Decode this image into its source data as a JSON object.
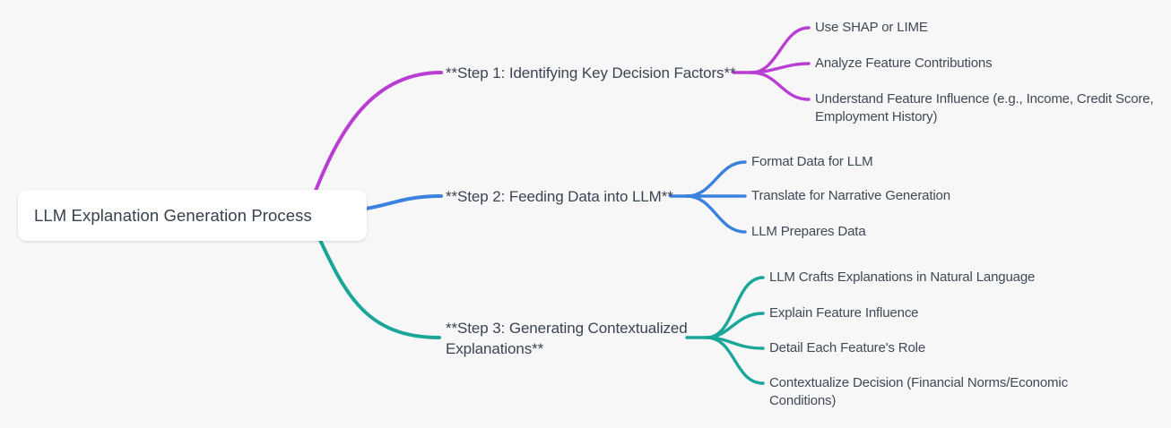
{
  "canvas": {
    "background_color": "#f7f7f8",
    "text_color": "#3a4452"
  },
  "root": {
    "label": "LLM Explanation Generation Process"
  },
  "branches": [
    {
      "label": "**Step 1: Identifying Key Decision Factors**",
      "color": "#b93cd3",
      "children": [
        "Use SHAP or LIME",
        "Analyze Feature Contributions",
        "Understand Feature Influence (e.g., Income, Credit Score, Employment History)"
      ]
    },
    {
      "label": "**Step 2: Feeding Data into LLM**",
      "color": "#3a82de",
      "children": [
        "Format Data for LLM",
        "Translate for Narrative Generation",
        "LLM Prepares Data"
      ]
    },
    {
      "label": "**Step 3: Generating Contextualized Explanations**",
      "color": "#1aa698",
      "children": [
        "LLM Crafts Explanations in Natural Language",
        "Explain Feature Influence",
        "Detail Each Feature's Role",
        "Contextualize Decision (Financial Norms/Economic Conditions)"
      ]
    }
  ]
}
